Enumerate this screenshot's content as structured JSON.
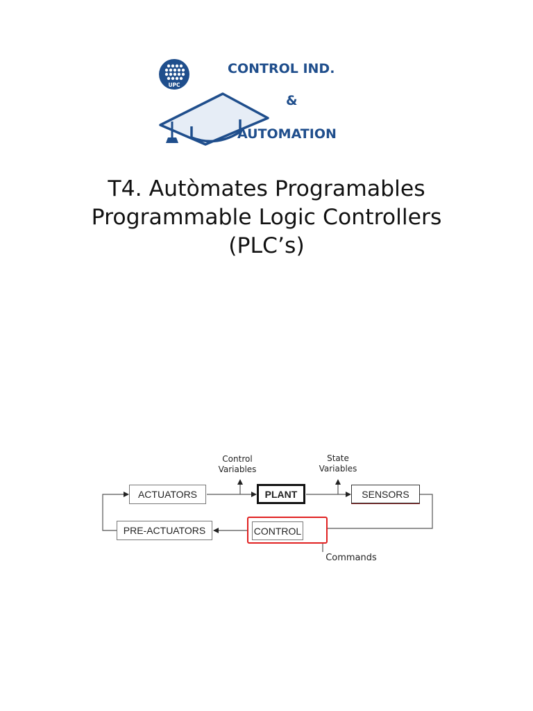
{
  "logo": {
    "emblem": "UPC",
    "line1": "CONTROL IND.",
    "line2": "&",
    "line3": "AUTOMATION",
    "brand_color": "#1f4e8c",
    "icons": [
      "upc-seal-icon",
      "graduation-cap-icon"
    ]
  },
  "title": {
    "line1": "T4. Autòmates Programables",
    "line2": "Programmable Logic Controllers",
    "line3": "(PLC’s)"
  },
  "diagram": {
    "blocks": {
      "actuators": "ACTUATORS",
      "plant": "PLANT",
      "sensors": "SENSORS",
      "pre_actuators": "PRE-ACTUATORS",
      "control": "CONTROL"
    },
    "labels": {
      "control_variables_1": "Control",
      "control_variables_2": "Variables",
      "state_variables_1": "State",
      "state_variables_2": "Variables",
      "commands": "Commands"
    },
    "highlight_color": "#e02020"
  }
}
